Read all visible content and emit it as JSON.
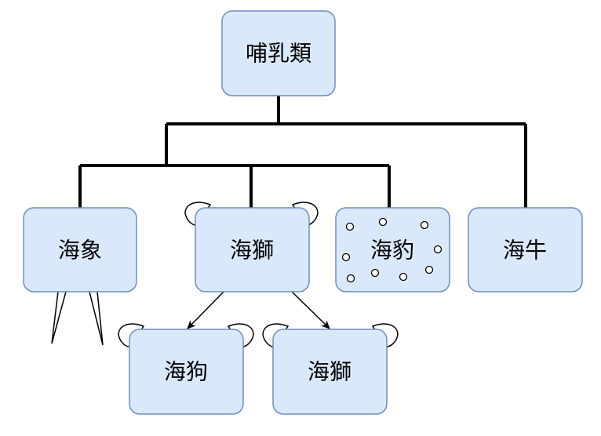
{
  "diagram": {
    "root": {
      "label": "哺乳類"
    },
    "children": [
      {
        "label": "海象"
      },
      {
        "label": "海獅"
      },
      {
        "label": "海豹"
      },
      {
        "label": "海牛"
      }
    ],
    "grandchildren": [
      {
        "label": "海狗"
      },
      {
        "label": "海獅"
      }
    ],
    "colors": {
      "box_fill": "#dae8fc",
      "box_stroke": "#6c8ebf",
      "line": "#000000",
      "text": "#000000"
    }
  }
}
